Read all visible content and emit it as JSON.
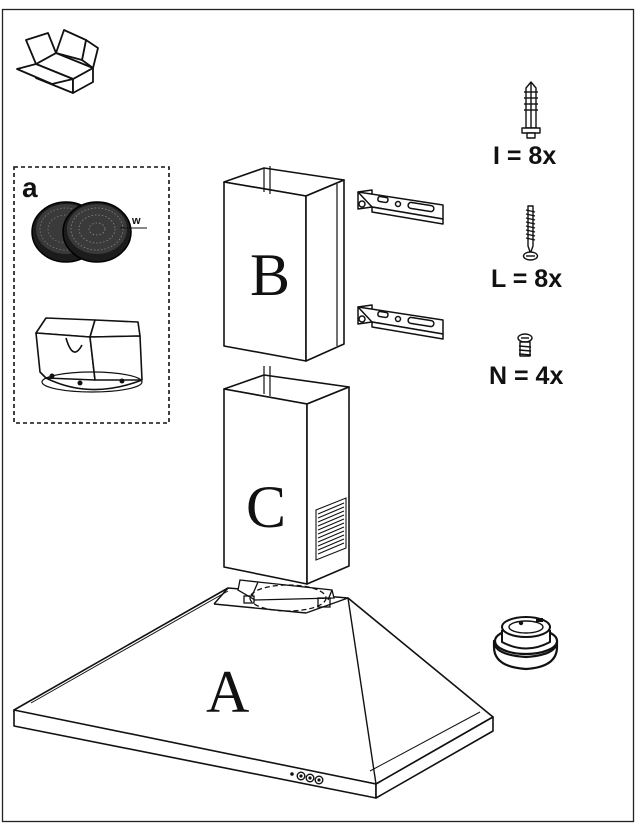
{
  "parts": {
    "a": "A",
    "b": "B",
    "c": "C"
  },
  "accessories": {
    "label": "a",
    "filter_label": "w"
  },
  "hardware": {
    "plug_qty": "I = 8x",
    "screw_long_qty": "L = 8x",
    "screw_short_qty": "N = 4x"
  }
}
